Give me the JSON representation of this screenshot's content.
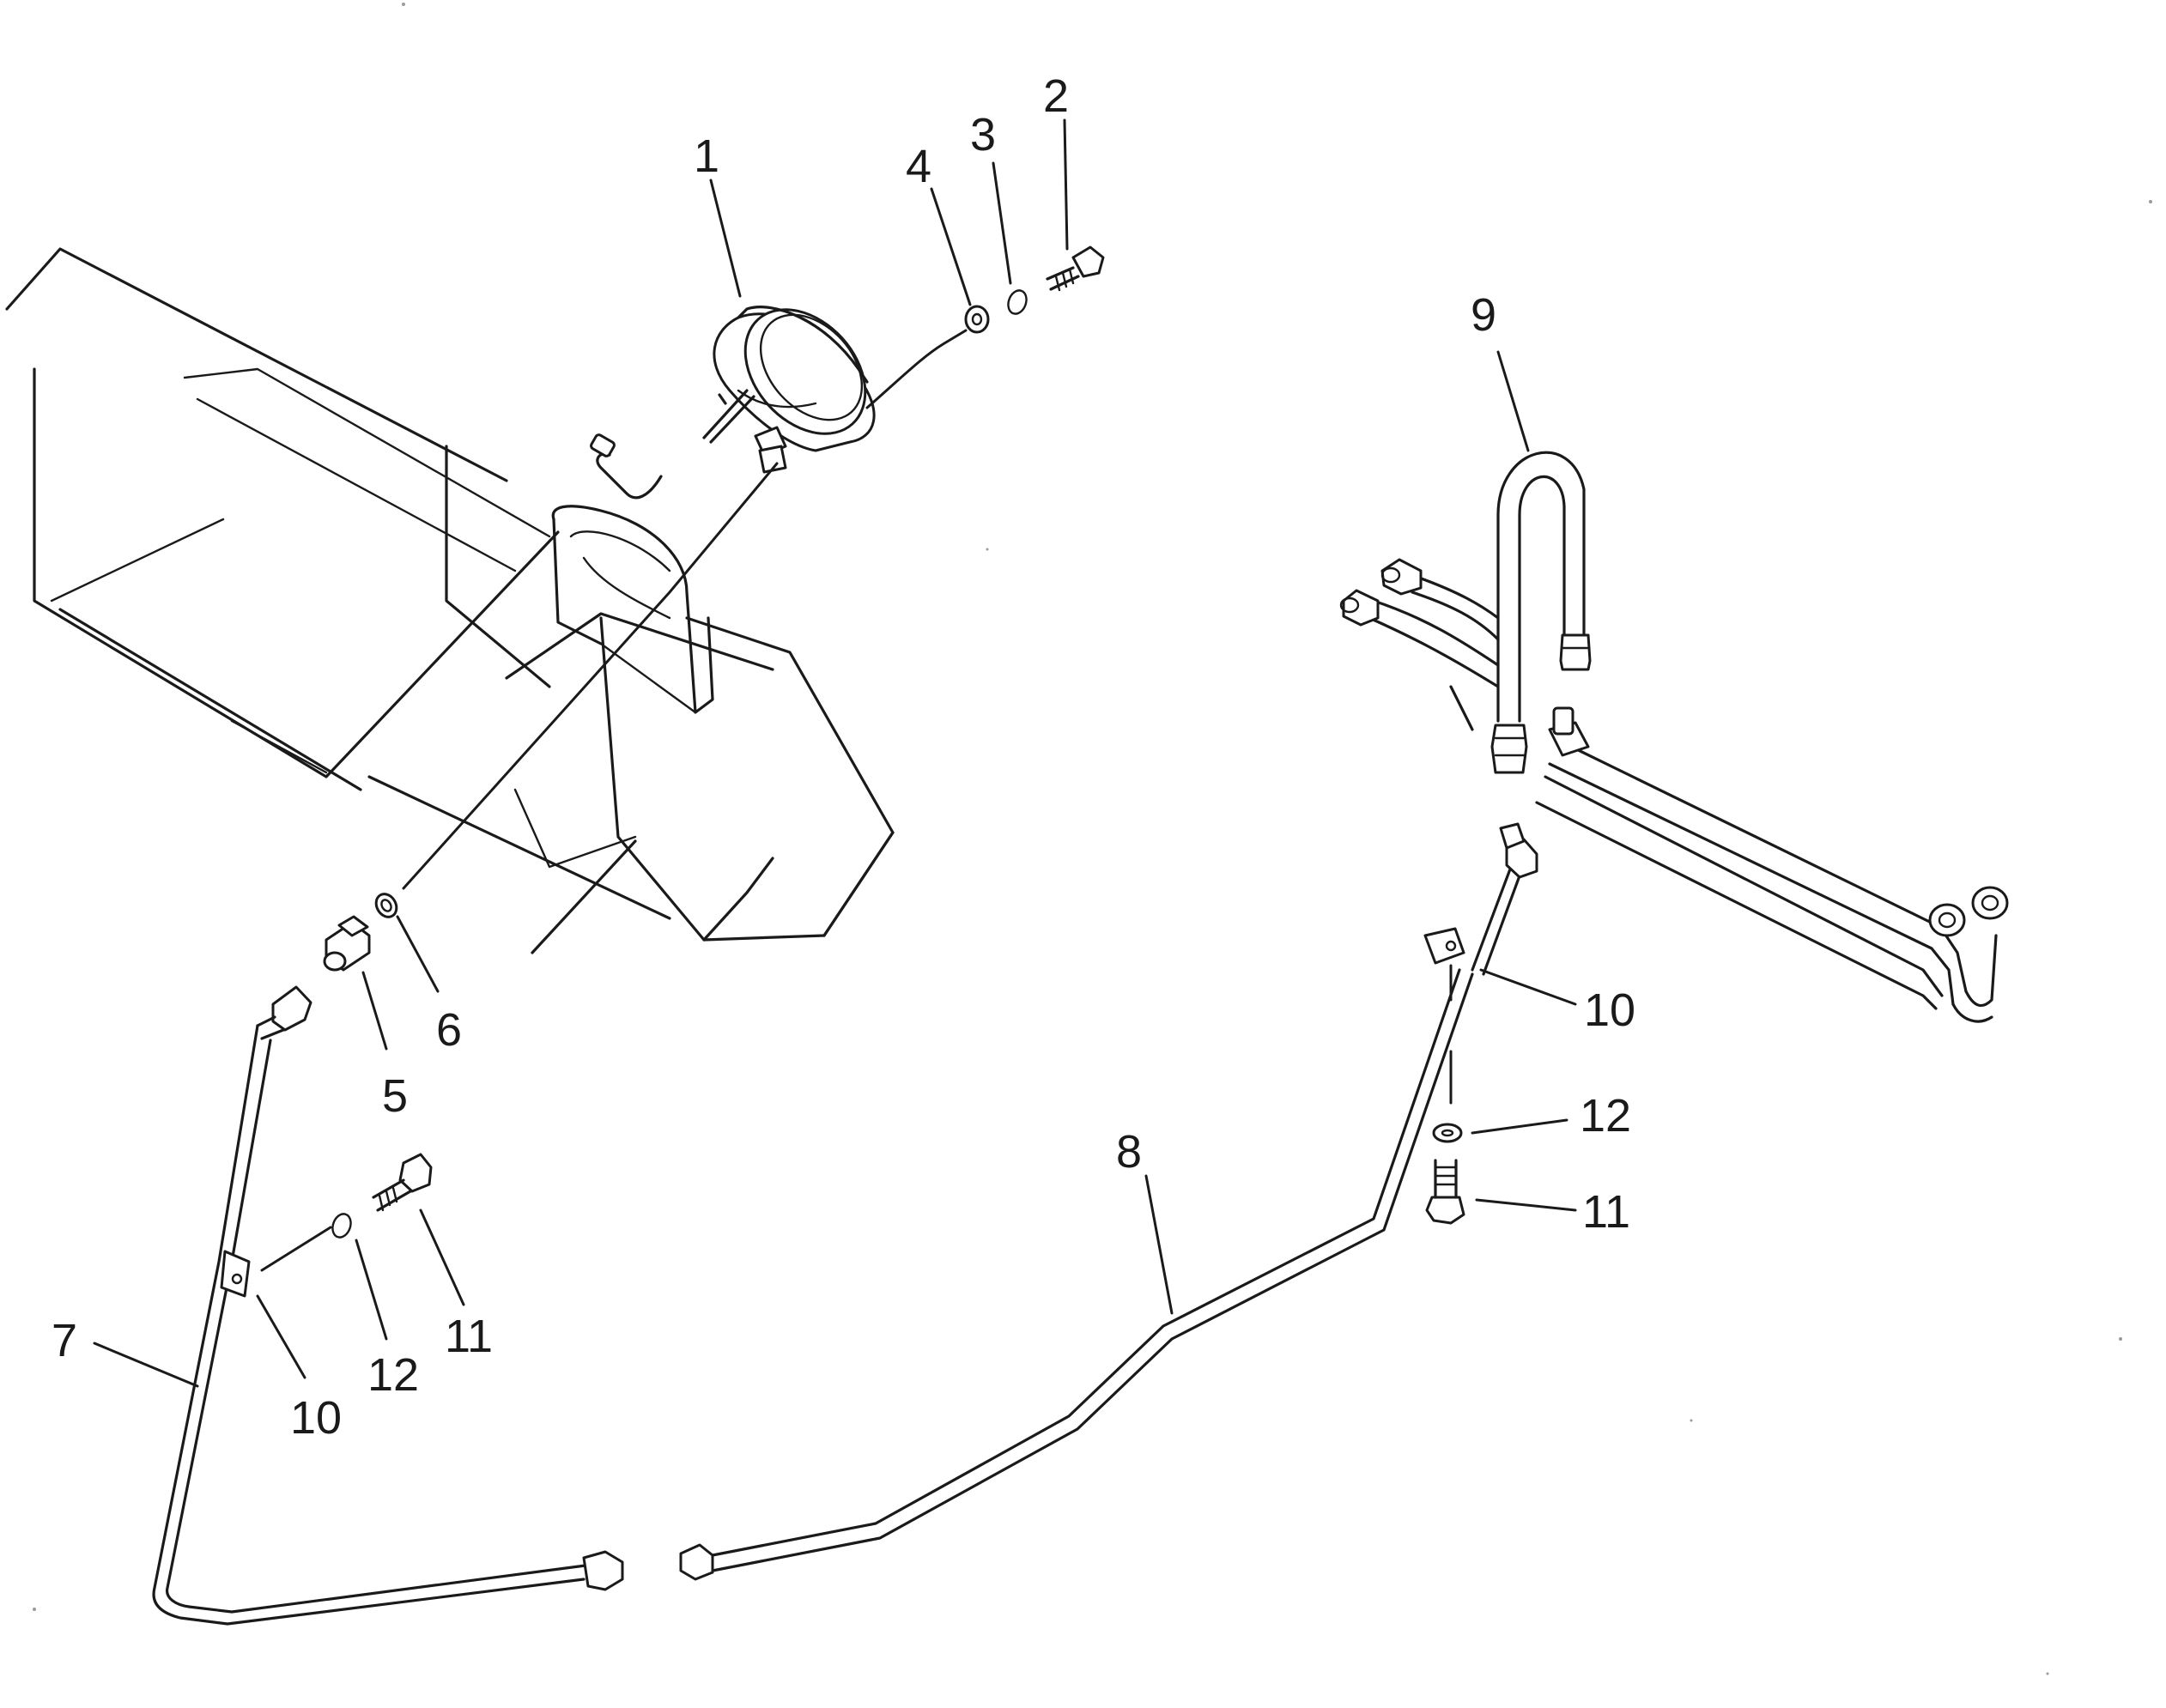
{
  "callouts": [
    {
      "id": "c1",
      "text": "1"
    },
    {
      "id": "c2",
      "text": "2"
    },
    {
      "id": "c3",
      "text": "3"
    },
    {
      "id": "c4",
      "text": "4"
    },
    {
      "id": "c5",
      "text": "5"
    },
    {
      "id": "c6",
      "text": "6"
    },
    {
      "id": "c7",
      "text": "7"
    },
    {
      "id": "c8",
      "text": "8"
    },
    {
      "id": "c9",
      "text": "9"
    },
    {
      "id": "c10a",
      "text": "10"
    },
    {
      "id": "c10b",
      "text": "10"
    },
    {
      "id": "c11a",
      "text": "11"
    },
    {
      "id": "c11b",
      "text": "11"
    },
    {
      "id": "c12a",
      "text": "12"
    },
    {
      "id": "c12b",
      "text": "12"
    }
  ]
}
